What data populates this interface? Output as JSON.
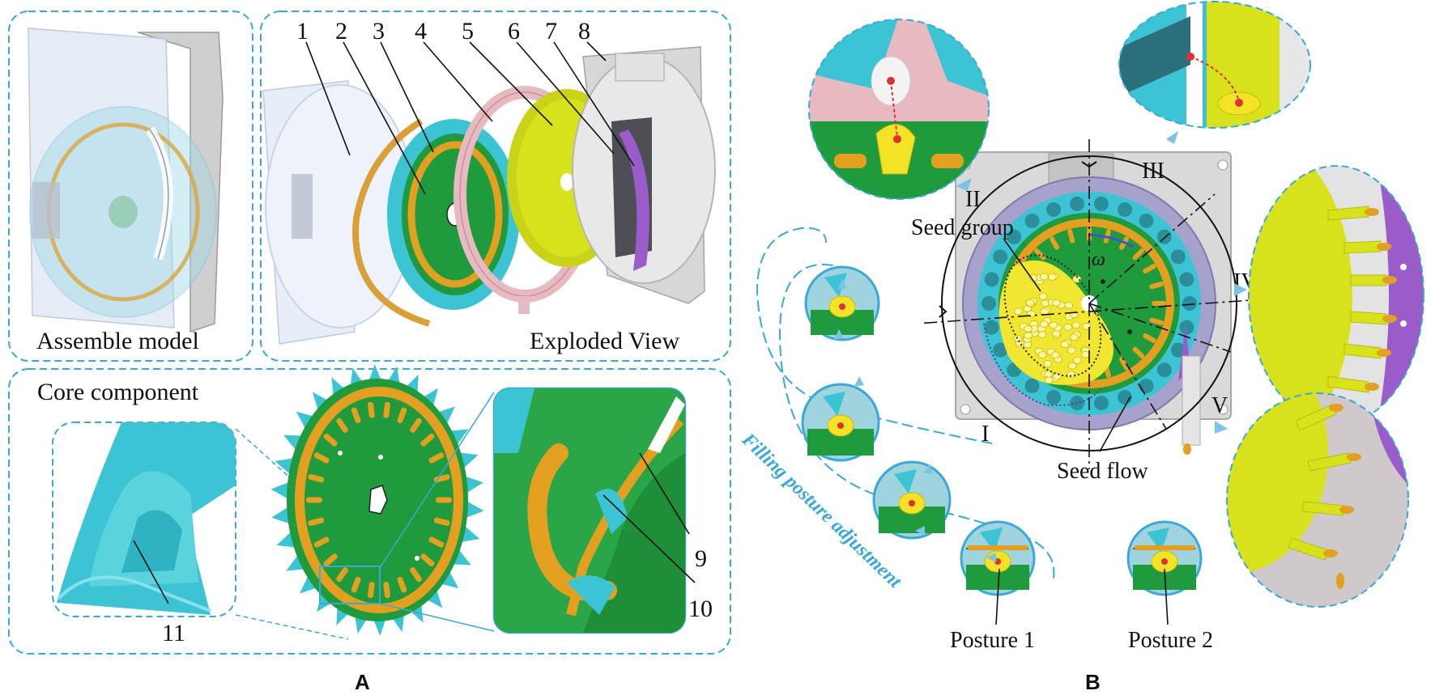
{
  "panel_a": {
    "label": "A",
    "assemble_caption": "Assemble model",
    "exploded_caption": "Exploded View",
    "core_caption": "Core component",
    "part_numbers": [
      "1",
      "2",
      "3",
      "4",
      "5",
      "6",
      "7",
      "8"
    ],
    "detail_numbers": [
      "9",
      "10"
    ],
    "cell_number": "11"
  },
  "panel_b": {
    "label": "B",
    "seed_group": "Seed group",
    "seed_flow": "Seed flow",
    "omega": "ω",
    "zones": [
      "I",
      "II",
      "III",
      "IV",
      "V"
    ],
    "posture_1": "Posture 1",
    "posture_2": "Posture 2",
    "filling_caption": "Filling posture adjustment"
  },
  "colors": {
    "frame": "#3aa8d8",
    "cyan": "#3cc4d4",
    "green": "#1f9a3c",
    "orange": "#e3a020",
    "yellow": "#d8e21c",
    "pink": "#e7b9c0",
    "purple": "#9a5cc8",
    "shell": "#dcdcdc"
  }
}
